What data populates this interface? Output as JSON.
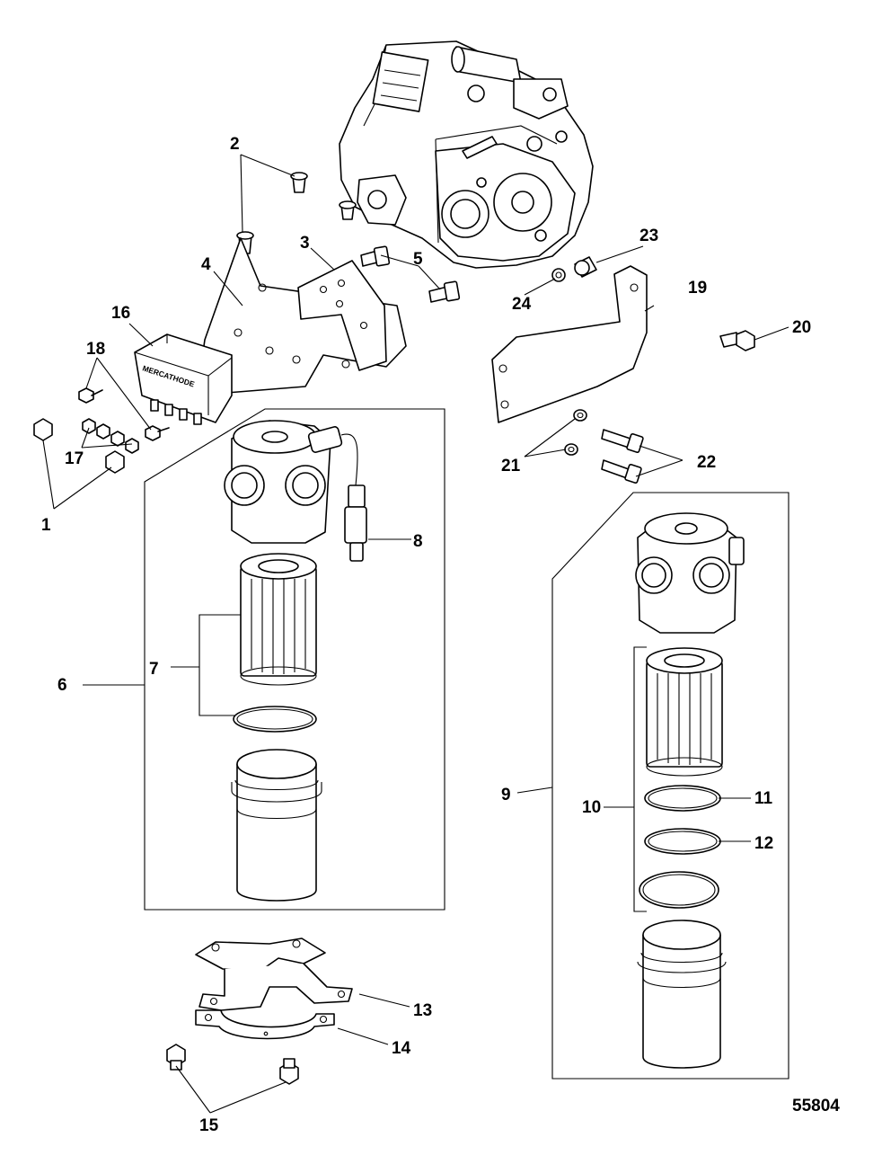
{
  "callouts": [
    "1",
    "2",
    "3",
    "4",
    "5",
    "6",
    "7",
    "8",
    "9",
    "10",
    "11",
    "12",
    "13",
    "14",
    "15",
    "16",
    "17",
    "18",
    "19",
    "20",
    "21",
    "22",
    "23",
    "24"
  ],
  "figure_id": "55804",
  "module_label": "MERCATHODE"
}
